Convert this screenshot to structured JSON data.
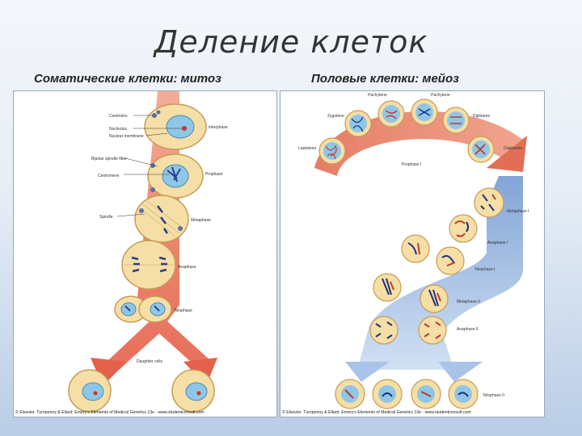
{
  "slide": {
    "title": "Деление клеток"
  },
  "left": {
    "heading": "Соматические клетки:  митоз",
    "labels": {
      "centrioles": "Centrioles",
      "nucleolus": "Nucleolus",
      "nuclear_membrane": "Nuclear membrane",
      "bipolar_spindle": "Bipolar spindle fiber",
      "centromere": "Centromere",
      "spindle": "Spindle",
      "interphase": "Interphase",
      "prophase": "Prophase",
      "metaphase": "Metaphase",
      "anaphase": "Anaphase",
      "telophase": "Telophase",
      "daughter_cells": "Daughter cells"
    },
    "copyright": "© Elsevier. Turnpenny & Ellard: Emery's Elements of Medical Genetics 13e - www.studentconsult.com"
  },
  "right": {
    "heading": "Половые клетки:  мейоз",
    "labels": {
      "leptotene": "Leptotene",
      "zygotene": "Zygotene",
      "pachytene": "Pachytene",
      "diplotene": "Diplotene",
      "diakinesis": "Diakinesis",
      "prophase_i": "Prophase I",
      "metaphase_i": "Metaphase I",
      "anaphase_i": "Anaphase I",
      "telophase_i": "Telophase I",
      "metaphase_ii": "Metaphase II",
      "anaphase_ii": "Anaphase II",
      "telophase_ii": "Telophase II"
    },
    "copyright": "© Elsevier. Turnpenny & Ellard: Emery's Elements of Medical Genetics 13e - www.studentconsult.com"
  },
  "colors": {
    "mitosis_arrow": "#e8735a",
    "meiosis_arrow_top": "#e26f55",
    "meiosis_arrow_bottom": "#8fb2df",
    "cell_fill": "#f5dfa6",
    "nucleus_fill": "#8fc6e6"
  }
}
